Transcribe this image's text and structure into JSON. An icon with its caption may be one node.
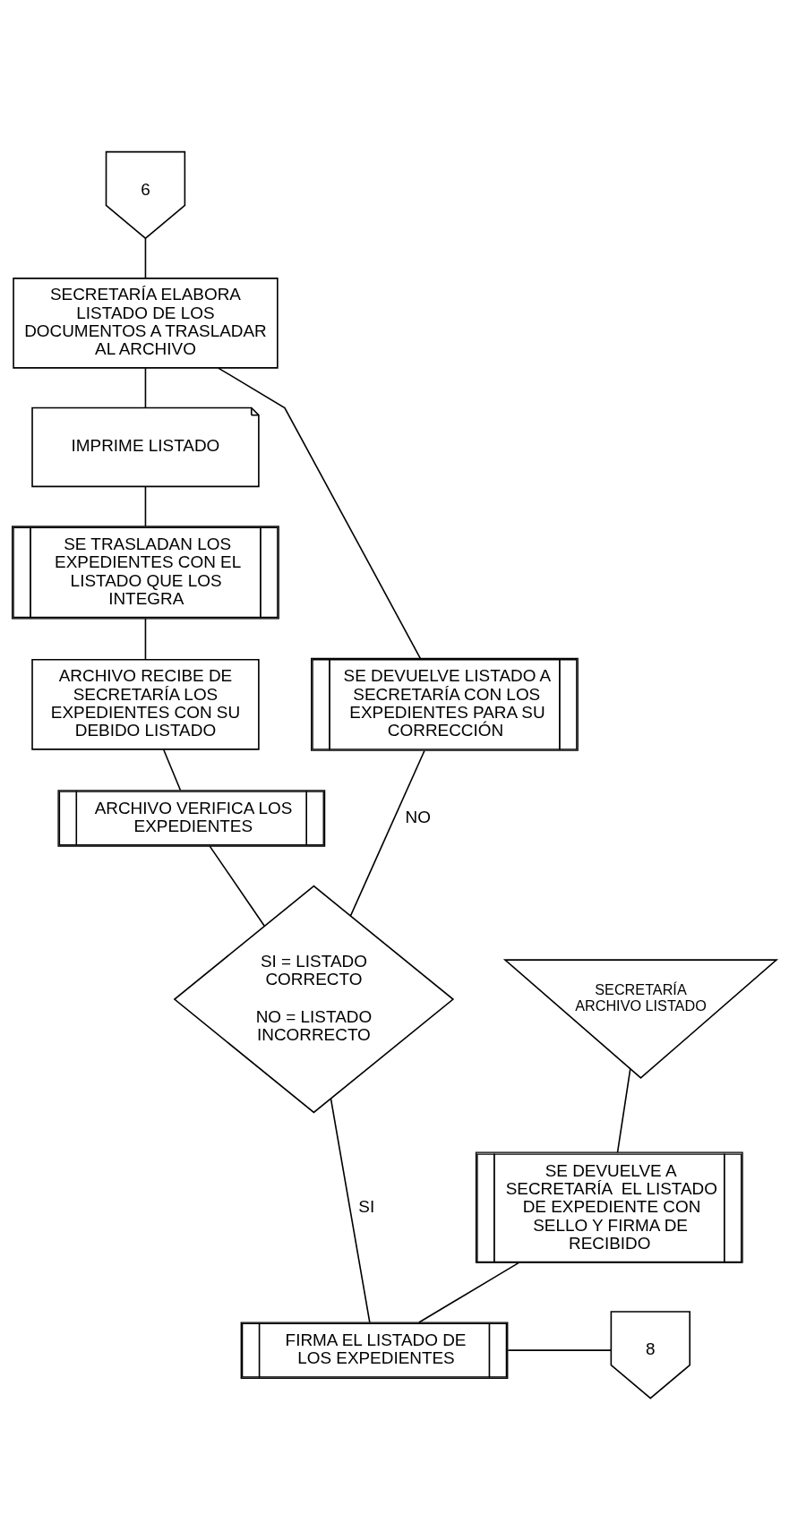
{
  "diagram": {
    "nodes": [
      {
        "text": [
          "6"
        ]
      },
      {
        "text": [
          "SECRETARÍA ELABORA LISTADO DE LOS DOCUMENTOS A TRASLADAR AL ARCHIVO"
        ]
      },
      {
        "text": [
          "IMPRIME LISTADO"
        ]
      },
      {
        "text": [
          "SE TRASLADAN LOS EXPEDIENTES CON EL LISTADO QUE LOS INTEGRA"
        ]
      },
      {
        "text": [
          "ARCHIVO RECIBE DE SECRETARÍA LOS EXPEDIENTES CON SU DEBIDO LISTADO"
        ]
      },
      {
        "text": [
          "ARCHIVO VERIFICA LOS EXPEDIENTES"
        ]
      },
      {
        "text": [
          "SE DEVUELVE LISTADO A SECRETARÍA CON LOS EXPEDIENTES PARA SU CORRECCIÓN"
        ]
      },
      {
        "text": [
          "SI = LISTADO CORRECTO",
          "NO = LISTADO INCORRECTO"
        ]
      },
      {
        "text": [
          "SECRETARÍA ARCHIVO LISTADO"
        ]
      },
      {
        "text": [
          "SE DEVUELVE A SECRETARÍA  EL LISTADO DE EXPEDIENTE CON SELLO Y FIRMA DE RECIBIDO"
        ]
      },
      {
        "text": [
          "8"
        ]
      },
      {
        "text": [
          "FIRMA EL LISTADO DE LOS EXPEDIENTES"
        ]
      }
    ],
    "edges": [
      {
        "from": 0,
        "to": 1,
        "arrow": "none"
      },
      {
        "from": 1,
        "to": 2,
        "arrow": "none"
      },
      {
        "from": 2,
        "to": 3,
        "arrow": "none"
      },
      {
        "from": 3,
        "to": 4,
        "arrow": "none"
      },
      {
        "from": 4,
        "to": 5,
        "arrow": "none"
      },
      {
        "from": 5,
        "to": 7,
        "arrow": "none"
      },
      {
        "from": 7,
        "to": 6,
        "label": "NO",
        "arrow": "none"
      },
      {
        "from": 6,
        "to": 1,
        "arrow": "none"
      },
      {
        "from": 8,
        "to": 9,
        "arrow": "none"
      },
      {
        "from": 7,
        "to": 11,
        "label": "SI",
        "arrow": "none"
      },
      {
        "from": 9,
        "to": 11,
        "arrow": "none"
      },
      {
        "from": 11,
        "to": 10,
        "arrow": "none"
      }
    ]
  }
}
